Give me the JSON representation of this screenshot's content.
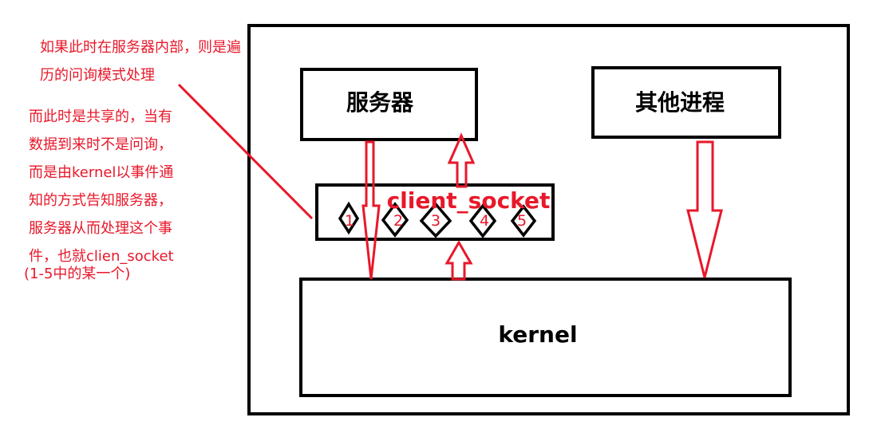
{
  "labels": {
    "server": "服务器",
    "other_process": "其他进程",
    "kernel": "kernel",
    "client_socket": "client_socket"
  },
  "socket_slots": [
    "1",
    "2",
    "3",
    "4",
    "5"
  ],
  "notes": {
    "top": [
      "如果此时在服务器内部，则是遍",
      "历的问询模式处理"
    ],
    "side": [
      "而此时是共享的，当有",
      "数据到来时不是问询，",
      "而是由kernel以事件通",
      "知的方式告知服务器，",
      "服务器从而处理这个事",
      "件，也就clien_socket",
      "(1-5中的某一个)"
    ]
  },
  "colors": {
    "annotation": "#e8182a",
    "outline": "#000000"
  }
}
